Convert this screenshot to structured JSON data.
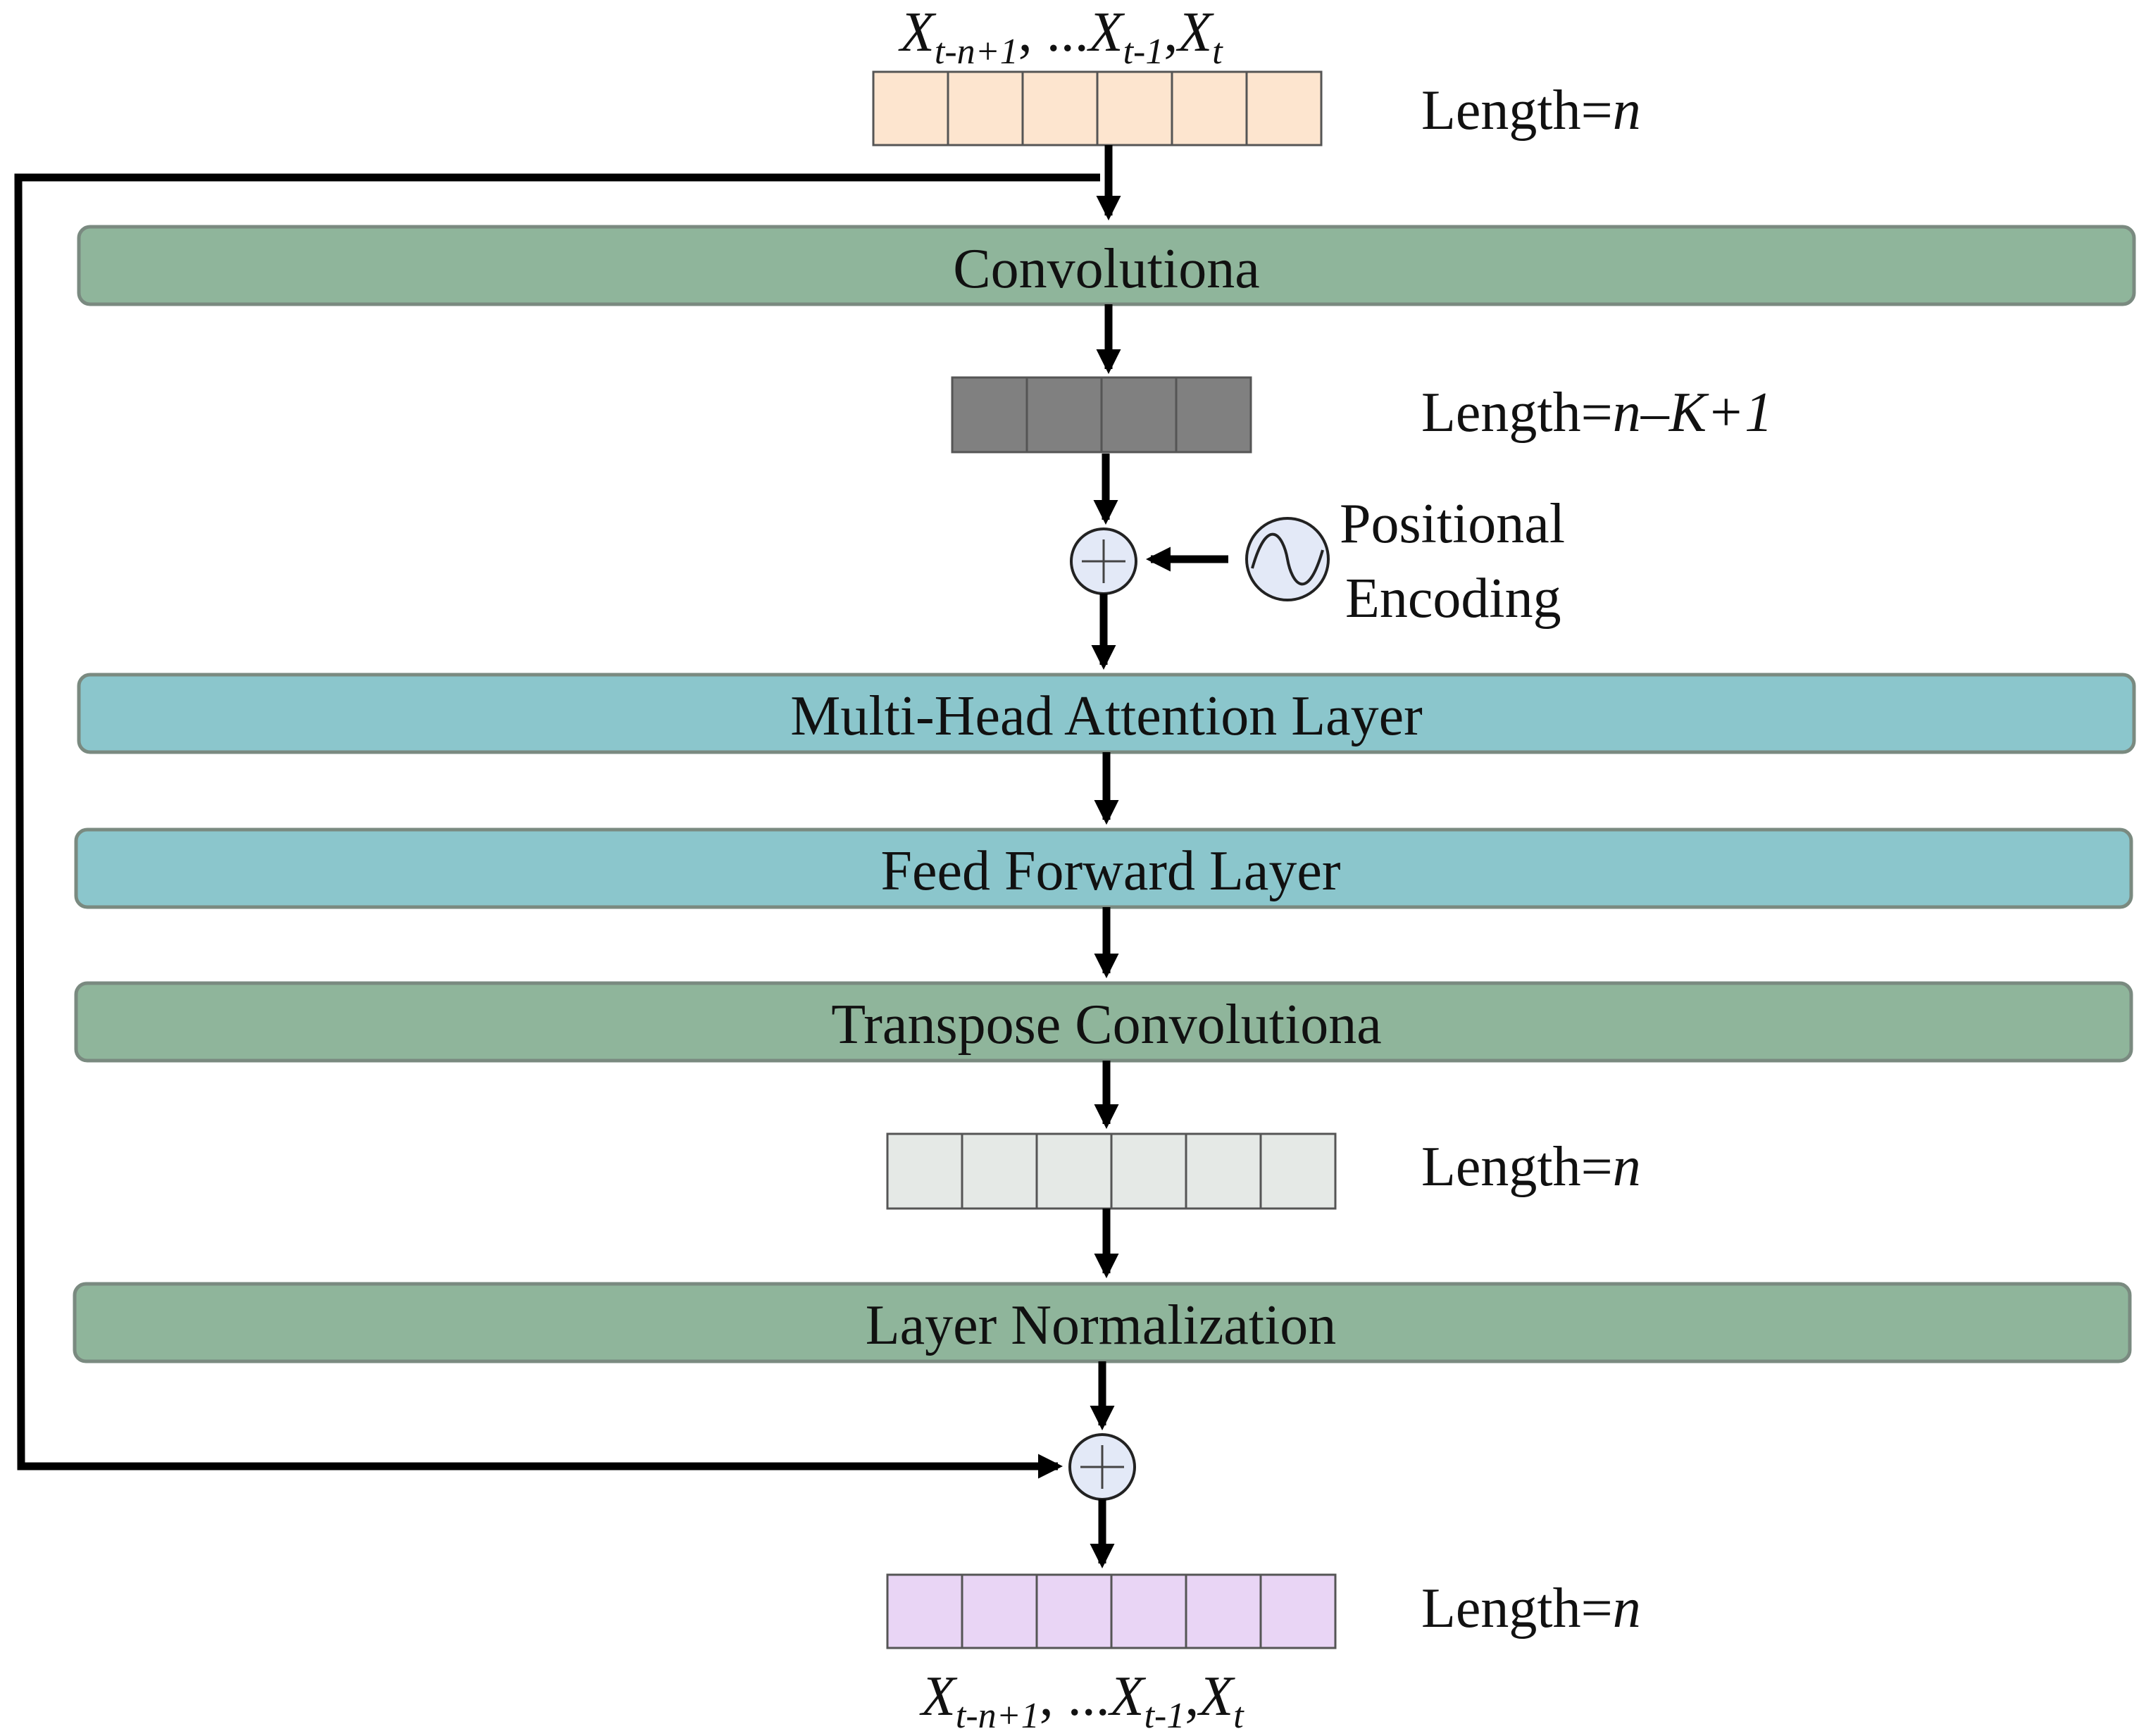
{
  "input": {
    "label_var": "X",
    "label_sub_first": "t-n+1",
    "label_sep": ",  ...",
    "label_sub_prev": "t-1",
    "label_comma": ",",
    "label_sub_last": "t",
    "length_prefix": "Length=",
    "length_var": "n",
    "cells": 6
  },
  "conv": {
    "label": "Convolutiona"
  },
  "conv_output": {
    "length_prefix": "Length=",
    "length_expr": "n–K+1",
    "cells": 4
  },
  "positional": {
    "line1": "Positional",
    "line2": "Encoding"
  },
  "attention": {
    "label": "Multi-Head Attention Layer"
  },
  "feed_forward": {
    "label": "Feed Forward Layer"
  },
  "transpose": {
    "label": "Transpose Convolutiona"
  },
  "transpose_output": {
    "length_prefix": "Length=",
    "length_var": "n",
    "cells": 6
  },
  "norm": {
    "label": "Layer Normalization"
  },
  "output": {
    "label_var": "X",
    "label_sub_first": "t-n+1",
    "label_sep": ",  ...",
    "label_sub_prev": "t-1",
    "label_comma": ",",
    "label_sub_last": "t",
    "length_prefix": "Length=",
    "length_var": "n",
    "cells": 6
  },
  "colors": {
    "green_layer": "#8fb59b",
    "blue_layer": "#8bc6cc",
    "input_cells": "#fde5cf",
    "conv_cells": "#808080",
    "transpose_cells": "#e5e9e6",
    "output_cells": "#e9d5f5",
    "adder": "#e3e9f7"
  }
}
